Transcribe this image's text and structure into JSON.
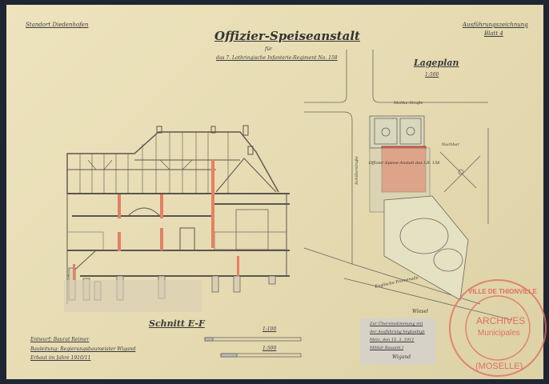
{
  "header": {
    "location": "Standort Diedenhofen",
    "title": "Offizier-Speiseanstalt",
    "for": "für",
    "subtitle": "das 7. Lothringische Infanterie-Regiment No. 158",
    "drawing_type": "Ausführungszeichnung",
    "sheet": "Blatt 4"
  },
  "section": {
    "title": "Schnitt E-F"
  },
  "site_plan": {
    "title": "Lageplan",
    "scale": "1:500",
    "street_top": "Moltke-Straße",
    "street_left": "Schillerstraße",
    "building_label": "Offizier-Speise-Anstalt des I.R. 158",
    "neighbor": "Nachbar",
    "street_bottom": "Englische Promenade",
    "bottom_label": "Wiesel",
    "building_color": "#e8604a"
  },
  "scales": {
    "scale_1": "1:100",
    "scale_2": "1:500"
  },
  "credits": {
    "design": "Entwurf: Baurat Reimer",
    "supervision": "Bauleitung: Regierungsbaumeister Wigand",
    "built": "Erbaut im Jahre 1910/11"
  },
  "approval": {
    "line1": "Zur Übereinstimmung mit",
    "line2": "der Ausführung beglaubigt",
    "line3": "Metz, den 15. 3. 1911",
    "line4": "Militär-Bauamt I",
    "signature": "Wigand"
  },
  "stamp": {
    "ring_text": "VILLE DE THIONVILLE",
    "center1": "ARCHIVES",
    "center2": "Municipales",
    "bottom": "(MOSELLE)",
    "color": "#e0705f"
  }
}
